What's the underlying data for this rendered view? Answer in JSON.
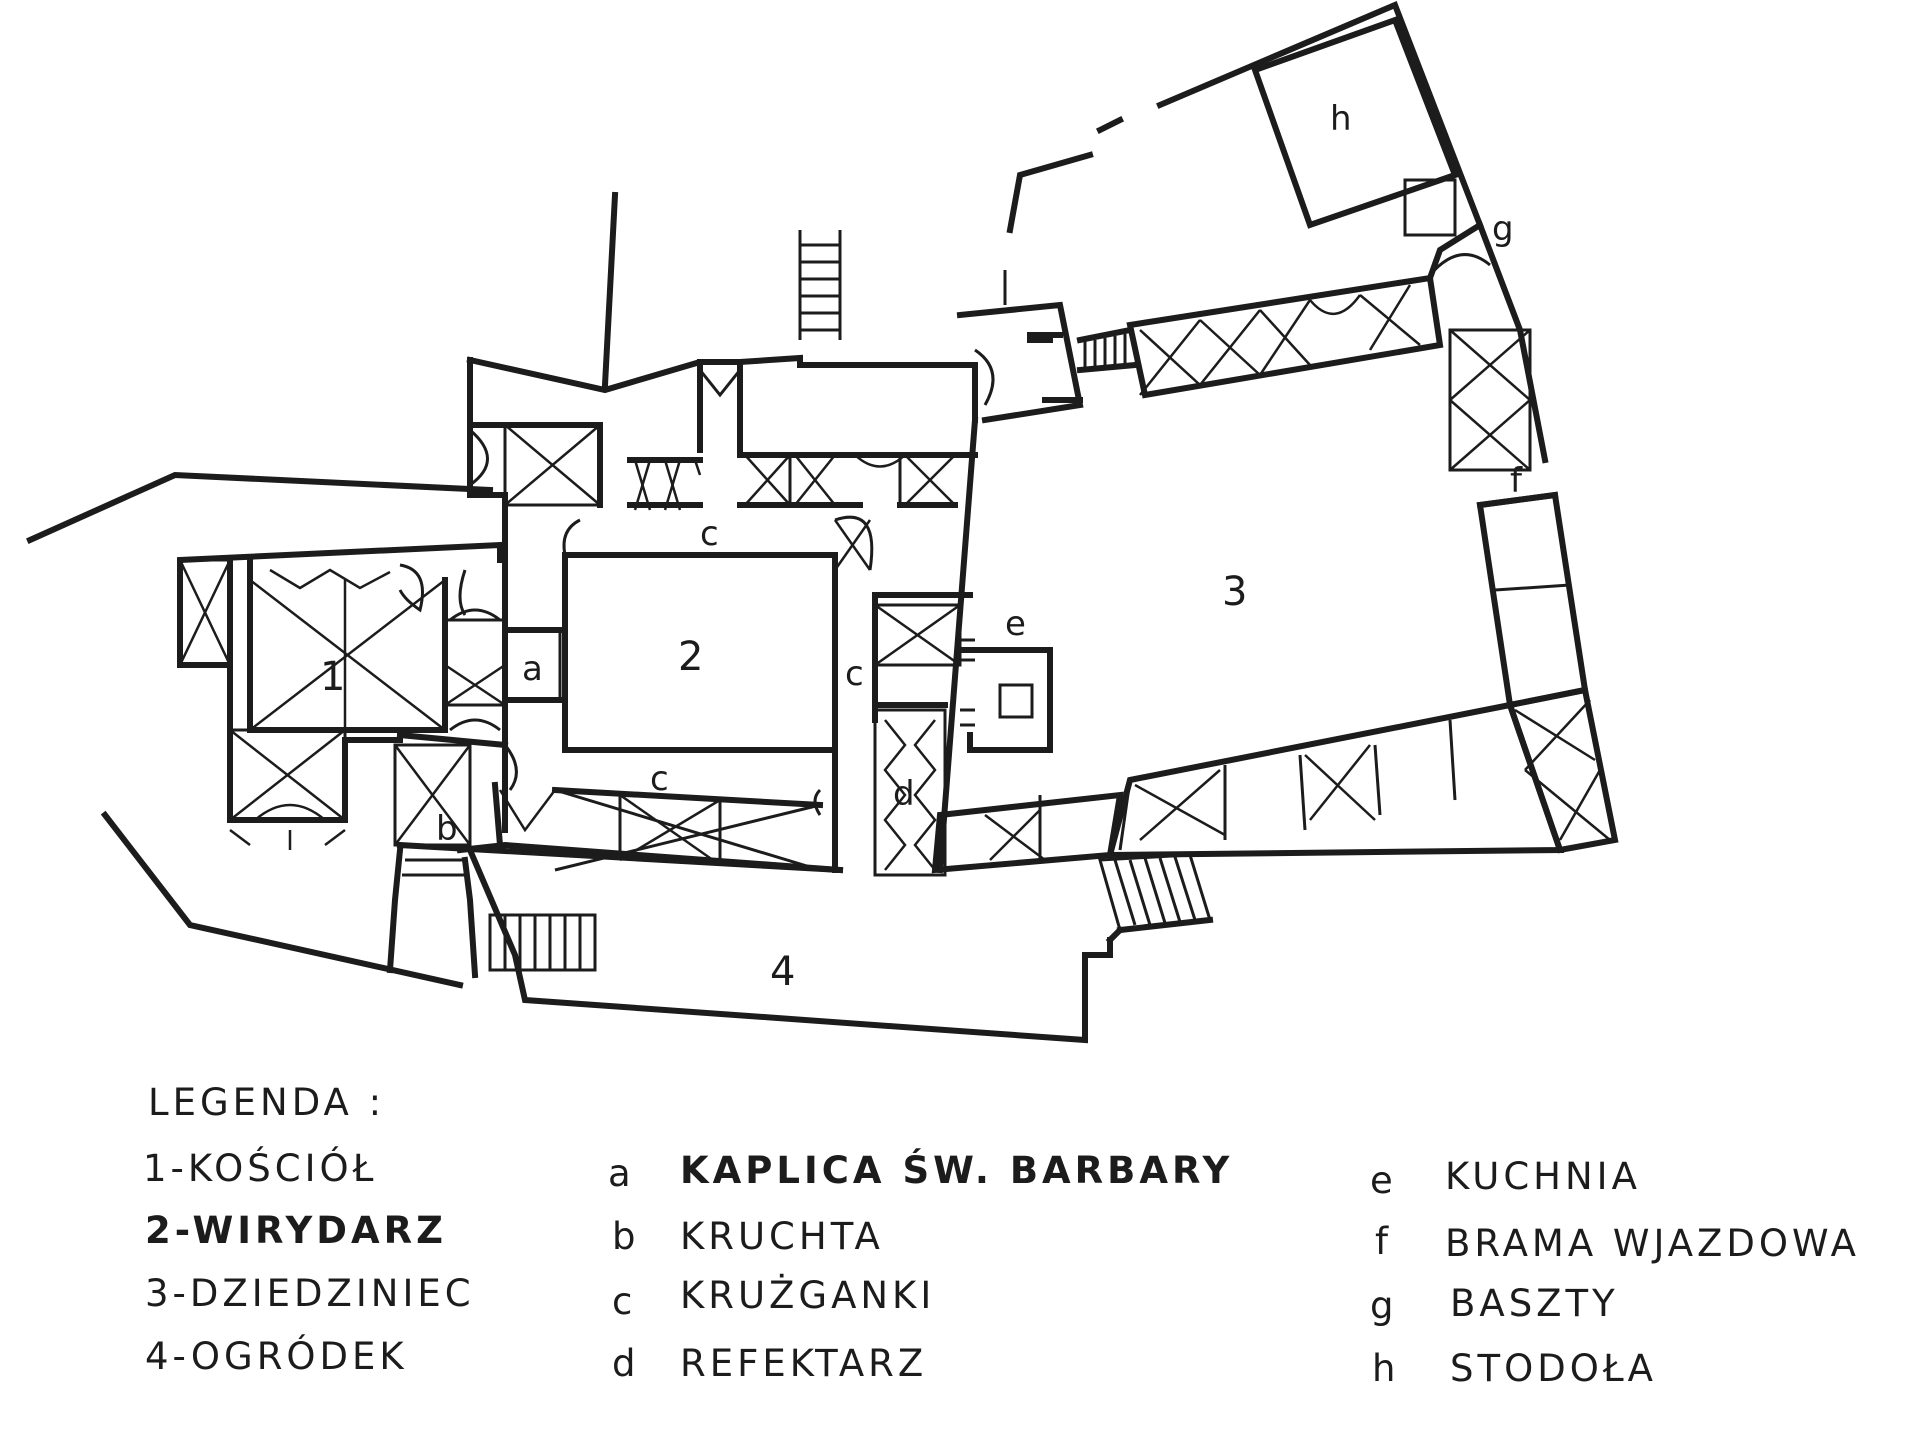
{
  "plan_labels": {
    "area_1": "1",
    "area_2": "2",
    "area_3": "3",
    "area_4": "4",
    "room_a": "a",
    "room_b": "b",
    "room_c_top": "c",
    "room_c_right": "c",
    "room_c_bottom": "c",
    "room_d": "d",
    "room_e": "e",
    "room_f": "f",
    "room_g": "g",
    "room_h": "h"
  },
  "legend": {
    "title": "LEGENDA :",
    "numbered": [
      {
        "text": "1-KOŚCIÓŁ"
      },
      {
        "text": "2-WIRYDARZ"
      },
      {
        "text": "3-DZIEDZINIEC"
      },
      {
        "text": "4-OGRÓDEK"
      }
    ],
    "lettered_col1": [
      {
        "key": "a",
        "text": "KAPLICA ŚW. BARBARY"
      },
      {
        "key": "b",
        "text": "KRUCHTA"
      },
      {
        "key": "c",
        "text": "KRUŻGANKI"
      },
      {
        "key": "d",
        "text": "REFEKTARZ"
      }
    ],
    "lettered_col2": [
      {
        "key": "e",
        "text": "KUCHNIA"
      },
      {
        "key": "f",
        "text": "BRAMA WJAZDOWA"
      },
      {
        "key": "g",
        "text": "BASZTY"
      },
      {
        "key": "h",
        "text": "STODOŁA"
      }
    ]
  }
}
